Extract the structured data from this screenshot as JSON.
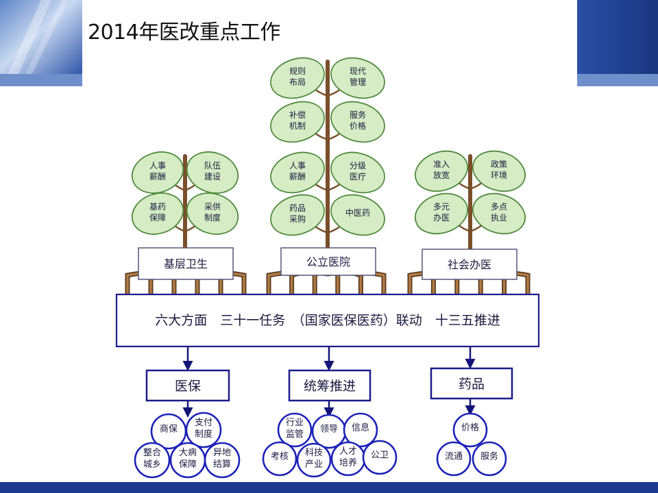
{
  "title": "2014年医改重点工作",
  "colors": {
    "header_blue": "#1d3a8f",
    "leaf_fill": "#d6ecc4",
    "leaf_stroke": "#4f8a3e",
    "trunk": "#7a4f2a",
    "box_border": "#1a1a8c",
    "circle_border": "#1c22b8",
    "arrow": "#141478"
  },
  "trees": [
    {
      "base_label": "基层卫生",
      "leaves": [
        {
          "l1": "人事",
          "l2": "薪酬"
        },
        {
          "l1": "队伍",
          "l2": "建设"
        },
        {
          "l1": "基药",
          "l2": "保障"
        },
        {
          "l1": "采供",
          "l2": "制度"
        }
      ]
    },
    {
      "base_label": "公立医院",
      "leaves": [
        {
          "l1": "规则",
          "l2": "布局"
        },
        {
          "l1": "现代",
          "l2": "管理"
        },
        {
          "l1": "补偿",
          "l2": "机制"
        },
        {
          "l1": "服务",
          "l2": "价格"
        },
        {
          "l1": "人事",
          "l2": "薪酬"
        },
        {
          "l1": "分级",
          "l2": "医疗"
        },
        {
          "l1": "药品",
          "l2": "采购"
        },
        {
          "l1": "中医药",
          "l2": ""
        }
      ]
    },
    {
      "base_label": "社会办医",
      "leaves": [
        {
          "l1": "准入",
          "l2": "放宽"
        },
        {
          "l1": "政策",
          "l2": "环境"
        },
        {
          "l1": "多元",
          "l2": "办医"
        },
        {
          "l1": "多点",
          "l2": "执业"
        }
      ]
    }
  ],
  "banner": "六大方面　三十一任务　（国家医保医药）联动　十三五推进",
  "groups": [
    {
      "label": "医保",
      "circles": [
        {
          "l1": "商保",
          "l2": ""
        },
        {
          "l1": "支付",
          "l2": "制度"
        },
        {
          "l1": "整合",
          "l2": "城乡"
        },
        {
          "l1": "大病",
          "l2": "保障"
        },
        {
          "l1": "异地",
          "l2": "结算"
        }
      ]
    },
    {
      "label": "统筹推进",
      "circles": [
        {
          "l1": "行业",
          "l2": "监管"
        },
        {
          "l1": "领导",
          "l2": ""
        },
        {
          "l1": "信息",
          "l2": ""
        },
        {
          "l1": "考核",
          "l2": ""
        },
        {
          "l1": "科技",
          "l2": "产业"
        },
        {
          "l1": "人才",
          "l2": "培养"
        },
        {
          "l1": "公卫",
          "l2": ""
        }
      ]
    },
    {
      "label": "药品",
      "circles": [
        {
          "l1": "价格",
          "l2": ""
        },
        {
          "l1": "流通",
          "l2": ""
        },
        {
          "l1": "服务",
          "l2": ""
        }
      ]
    }
  ]
}
